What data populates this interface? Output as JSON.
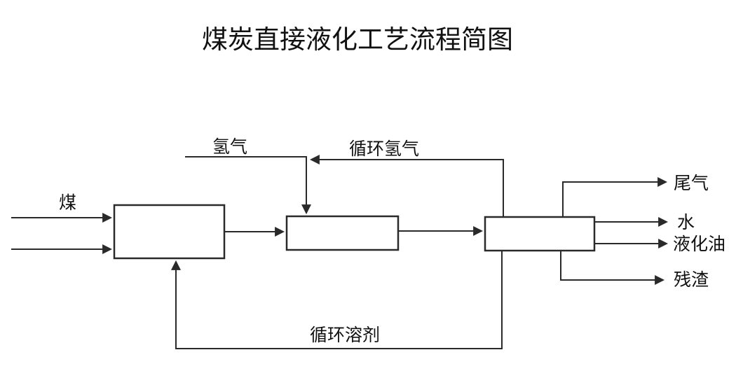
{
  "title": "煤炭直接液化工艺流程简图",
  "diagram": {
    "labels": {
      "coal": "煤",
      "hydrogen": "氢气",
      "recycle_hydrogen": "循环氢气",
      "tail_gas": "尾气",
      "water": "水",
      "liquefied_oil": "液化油",
      "residue": "残渣",
      "recycle_solvent": "循环溶剂"
    },
    "boxes": {
      "count": 3,
      "note": "three unlabeled rectangular process units"
    },
    "colors": {
      "background": "#ffffff",
      "line": "#2a2a2a",
      "text": "#111111"
    }
  }
}
